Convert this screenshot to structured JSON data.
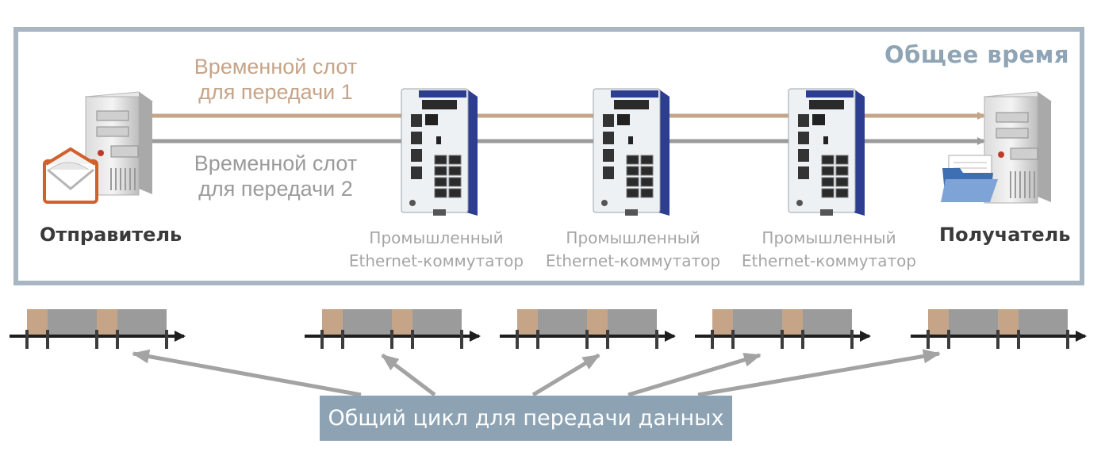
{
  "diagram": {
    "title": "Общее время",
    "slot1_line1": "Временной слот",
    "slot1_line2": "для передачи 1",
    "slot2_line1": "Временной слот",
    "slot2_line2": "для передачи 2",
    "sender": "Отправитель",
    "receiver": "Получатель",
    "switches": [
      {
        "line1": "Промышленный",
        "line2": "Ethernet-коммутатор"
      },
      {
        "line1": "Промышленный",
        "line2": "Ethernet-коммутатор"
      },
      {
        "line1": "Промышленный",
        "line2": "Ethernet-коммутатор"
      }
    ],
    "cycle_caption": "Общий цикл для передачи данных",
    "colors": {
      "frame": "#a7b6c2",
      "slot1": "#c6a488",
      "slot2": "#9b9b9b",
      "caption_bg": "#8da3b3",
      "switch_blue": "#2d3d8f"
    }
  }
}
